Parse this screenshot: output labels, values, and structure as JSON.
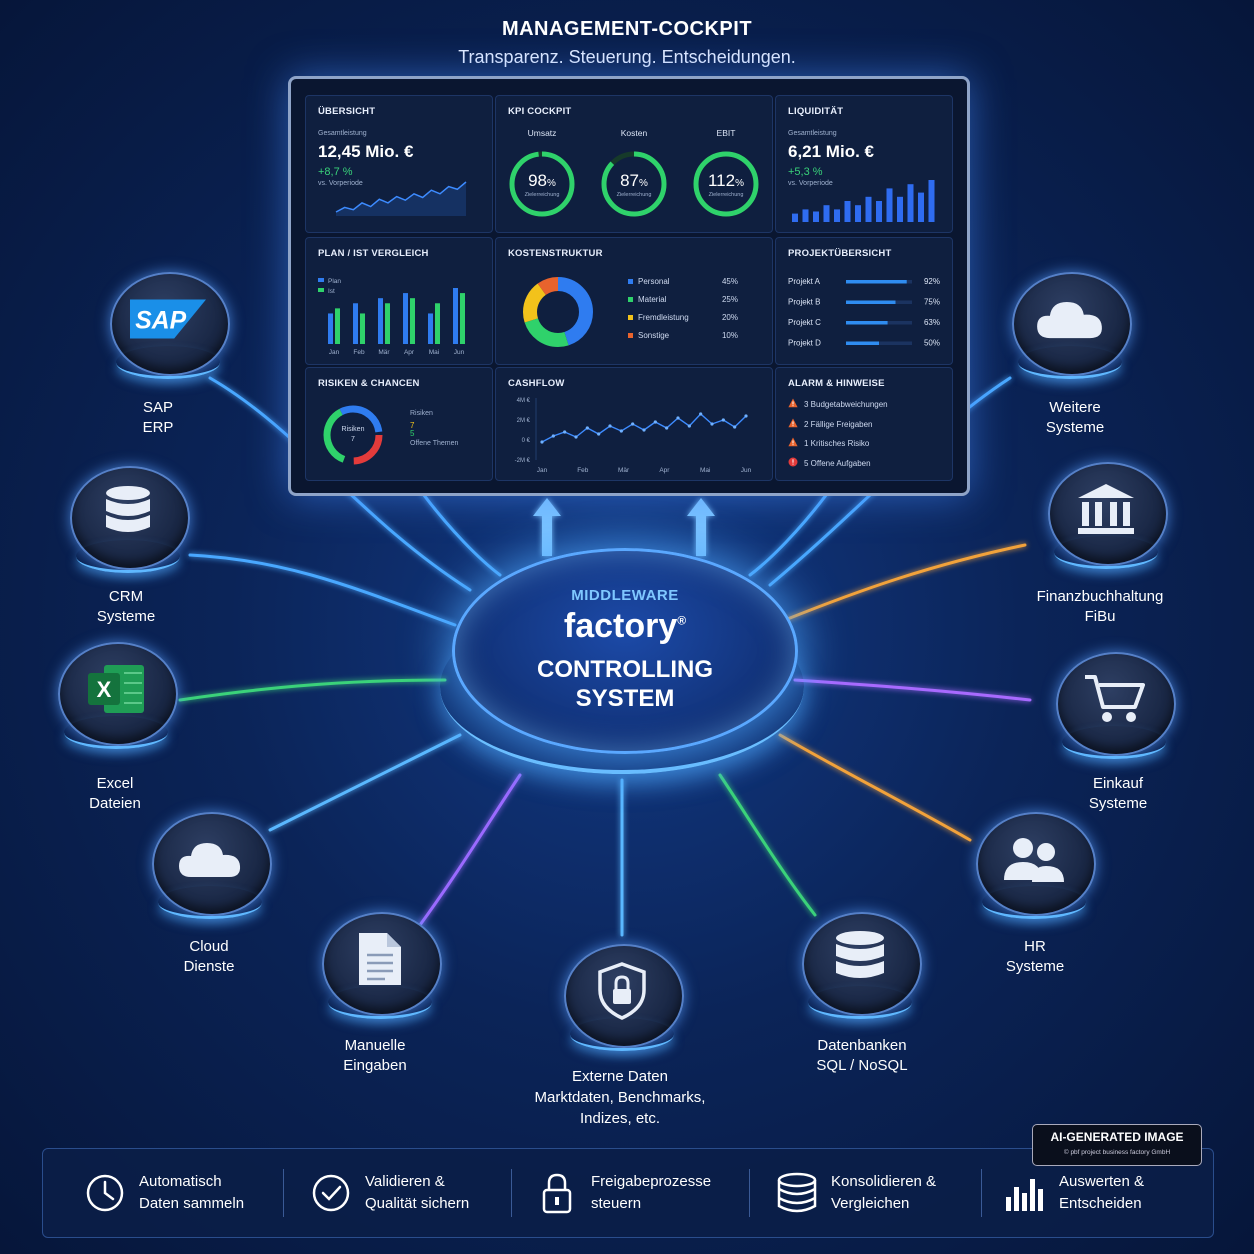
{
  "header": {
    "title": "MANAGEMENT-COCKPIT",
    "subtitle": "Transparenz. Steuerung. Entscheidungen."
  },
  "dashboard": {
    "uebersicht": {
      "title": "ÜBERSICHT",
      "label": "Gesamtleistung",
      "value": "12,45 Mio. €",
      "delta": "+8,7 %",
      "sub": "vs. Vorperiode",
      "trend": [
        3,
        4,
        3.5,
        5,
        4.2,
        5.8,
        5,
        6.4,
        5.6,
        7,
        6.2,
        7.8,
        7,
        8.6,
        8,
        9.6
      ]
    },
    "kpi": {
      "title": "KPI COCKPIT",
      "items": [
        {
          "label": "Umsatz",
          "value": "98",
          "unit": "%",
          "caption": "Zielerreichung",
          "pct": 0.98
        },
        {
          "label": "Kosten",
          "value": "87",
          "unit": "%",
          "caption": "Zielerreichung",
          "pct": 0.87
        },
        {
          "label": "EBIT",
          "value": "112",
          "unit": "%",
          "caption": "Zielerreichung",
          "pct": 1.0
        }
      ],
      "color": "#2fd26b"
    },
    "liquiditaet": {
      "title": "LIQUIDITÄT",
      "label": "Gesamtleistung",
      "value": "6,21 Mio. €",
      "delta": "+5,3 %",
      "sub": "vs. Vorperiode",
      "bars": [
        2,
        3,
        2.5,
        4,
        3,
        5,
        4,
        6,
        5,
        8,
        6,
        9,
        7,
        10
      ]
    },
    "planist": {
      "title": "PLAN / IST VERGLEICH",
      "legend": [
        "Plan",
        "Ist"
      ],
      "months": [
        "Jan",
        "Feb",
        "Mär",
        "Apr",
        "Mai",
        "Jun"
      ],
      "plan": [
        6,
        8,
        9,
        10,
        6,
        11
      ],
      "ist": [
        7,
        6,
        8,
        9,
        8,
        10
      ],
      "colors": {
        "plan": "#2f7cf0",
        "ist": "#2fd26b"
      }
    },
    "kosten": {
      "title": "KOSTENSTRUKTUR",
      "items": [
        {
          "label": "Personal",
          "value": "45%",
          "share": 45,
          "color": "#2f7cf0"
        },
        {
          "label": "Material",
          "value": "25%",
          "share": 25,
          "color": "#2fd26b"
        },
        {
          "label": "Fremdleistung",
          "value": "20%",
          "share": 20,
          "color": "#f2c21b"
        },
        {
          "label": "Sonstige",
          "value": "10%",
          "share": 10,
          "color": "#e8632d"
        }
      ]
    },
    "projekte": {
      "title": "PROJEKTÜBERSICHT",
      "items": [
        {
          "label": "Projekt A",
          "value": "92%",
          "pct": 0.92
        },
        {
          "label": "Projekt B",
          "value": "75%",
          "pct": 0.75
        },
        {
          "label": "Projekt C",
          "value": "63%",
          "pct": 0.63
        },
        {
          "label": "Projekt D",
          "value": "50%",
          "pct": 0.5
        }
      ]
    },
    "risiken": {
      "title": "RISIKEN & CHANCEN",
      "ring_label": "Risiken",
      "ring_value": "7",
      "legend_title": "Risiken",
      "n1": "7",
      "n2": "5",
      "legend_bottom": "Offene Themen"
    },
    "cashflow": {
      "title": "CASHFLOW",
      "yticks": [
        "4M €",
        "2M €",
        "0 €",
        "-2M €"
      ],
      "months": [
        "Jan",
        "Feb",
        "Mär",
        "Apr",
        "Mai",
        "Jun"
      ],
      "values": [
        -0.2,
        0.4,
        0.8,
        0.3,
        1.2,
        0.6,
        1.4,
        0.9,
        1.6,
        1.0,
        1.8,
        1.2,
        2.2,
        1.4,
        2.6,
        1.6,
        2.0,
        1.3,
        2.4
      ]
    },
    "alarm": {
      "title": "ALARM & HINWEISE",
      "items": [
        {
          "icon": "warning-icon",
          "text": "3 Budgetabweichungen"
        },
        {
          "icon": "warning-icon",
          "text": "2 Fällige Freigaben"
        },
        {
          "icon": "warning-icon",
          "text": "1 Kritisches Risiko"
        },
        {
          "icon": "alert-dot-icon",
          "text": "5 Offene Aufgaben"
        }
      ]
    }
  },
  "hub": {
    "middleware": "MIDDLEWARE",
    "brand": "factory",
    "reg": "®",
    "line1": "CONTROLLING",
    "line2": "SYSTEM"
  },
  "nodes": {
    "sap": {
      "icon": "sap-logo-icon",
      "logo": "SAP",
      "l1": "SAP",
      "l2": "ERP"
    },
    "crm": {
      "icon": "database-icon",
      "l1": "CRM",
      "l2": "Systeme"
    },
    "excel": {
      "icon": "excel-icon",
      "logo": "X",
      "l1": "Excel",
      "l2": "Dateien"
    },
    "cloud": {
      "icon": "cloud-icon",
      "l1": "Cloud",
      "l2": "Dienste"
    },
    "manuell": {
      "icon": "document-icon",
      "l1": "Manuelle",
      "l2": "Eingaben"
    },
    "extern": {
      "icon": "shield-lock-icon",
      "l1": "Externe Daten",
      "l2": "Marktdaten, Benchmarks,",
      "l3": "Indizes, etc."
    },
    "datenbanken": {
      "icon": "database-icon",
      "l1": "Datenbanken",
      "l2": "SQL / NoSQL"
    },
    "hr": {
      "icon": "users-icon",
      "l1": "HR",
      "l2": "Systeme"
    },
    "einkauf": {
      "icon": "cart-icon",
      "l1": "Einkauf",
      "l2": "Systeme"
    },
    "fibu": {
      "icon": "bank-icon",
      "l1": "Finanzbuchhaltung",
      "l2": "FiBu"
    },
    "weitere": {
      "icon": "cloud-icon",
      "l1": "Weitere",
      "l2": "Systeme"
    }
  },
  "bottom": {
    "items": [
      {
        "icon": "clock-icon",
        "l1": "Automatisch",
        "l2": "Daten sammeln"
      },
      {
        "icon": "check-circle-icon",
        "l1": "Validieren &",
        "l2": "Qualität sichern"
      },
      {
        "icon": "lock-icon",
        "l1": "Freigabeprozesse",
        "l2": "steuern"
      },
      {
        "icon": "database-stack-icon",
        "l1": "Konsolidieren &",
        "l2": "Vergleichen"
      },
      {
        "icon": "bar-chart-icon",
        "l1": "Auswerten &",
        "l2": "Entscheiden"
      }
    ]
  },
  "badge": {
    "title": "AI-GENERATED IMAGE",
    "copyright": "© pbf project business factory GmbH"
  }
}
